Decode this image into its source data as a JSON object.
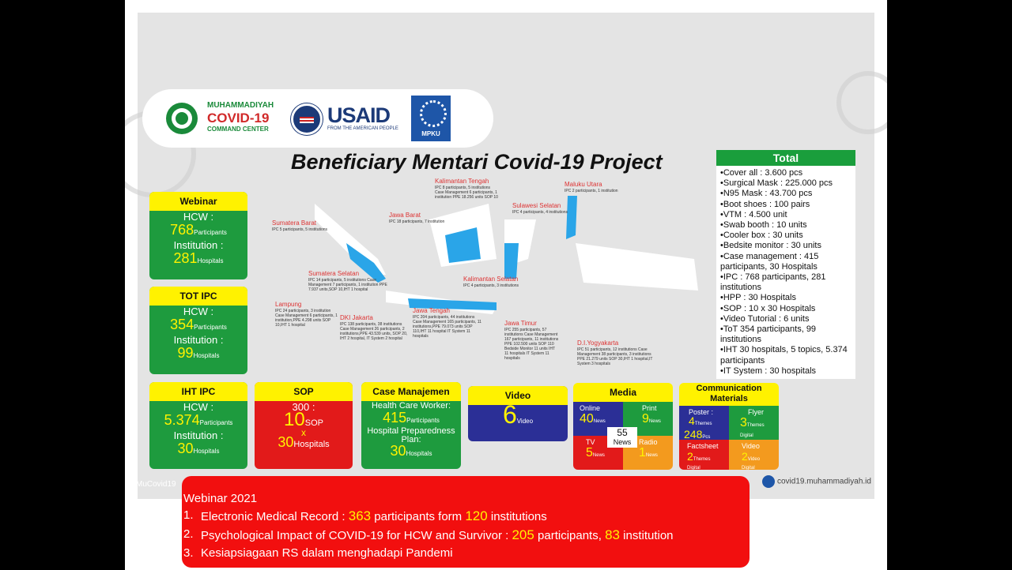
{
  "logos": {
    "muhammadiyah_line1": "MUHAMMADIYAH",
    "muhammadiyah_line2": "COVID-19",
    "muhammadiyah_line3": "COMMAND CENTER",
    "usaid": "USAID",
    "usaid_sub": "FROM THE AMERICAN PEOPLE",
    "mpku": "MPKU"
  },
  "title": "Beneficiary Mentari Covid-19 Project",
  "map_annotations": [
    {
      "region": "Sumatera Barat",
      "text": "IPC 5 participants, 5 institutions"
    },
    {
      "region": "Sumatera Selatan",
      "text": "IPC 14 participants, 5 institutions Case Management 7 participants, 1 institution PPE 7.937 units,SOP 10,IHT 1 hospital"
    },
    {
      "region": "Lampung",
      "text": "IPC 24 participants, 3 institution Case Management 6 participants, 1 institution,PPE 4.298 units SOP 10,IHT 1 hospital"
    },
    {
      "region": "DKI Jakarta",
      "text": "IPC 138 participants, 38 institutions Case Management 26 participants, 2 institutions,PPE 43.539 units, SOP 20, IHT 2 hospital, IT System 2 hospital"
    },
    {
      "region": "Jawa Barat",
      "text": "IPC 18 participants, 7 institution"
    },
    {
      "region": "Jawa Tengah",
      "text": "IPC 204 participants, 44 institutions Case Management 165 participants, 11 institutions,PPE 79.073 units SOP 110,IHT 11 hospital IT System 11 hospitals"
    },
    {
      "region": "Kalimantan Tengah",
      "text": "IPC 8 participants, 5 institutions Case Management 6 participants, 1 institution PPE 18.256 units SOP 10"
    },
    {
      "region": "Kalimantan Selatan",
      "text": "IPC 4 participants, 3 institutions"
    },
    {
      "region": "Sulawesi Selatan",
      "text": "IPC 4 participants, 4 institutions"
    },
    {
      "region": "Maluku Utara",
      "text": "IPC 2 participants, 1 institution"
    },
    {
      "region": "Jawa Timur",
      "text": "IPC 255 participants, 57 institutions Case Management 167 participants, 11 institutions PPE 102.500 units SOP 110 Bedside Monitor 11 units IHT 11 hospitals IT System 11 hospitals"
    },
    {
      "region": "D.I.Yogyakarta",
      "text": "IPC 51 participants, 12 institutions Case Management 38 participants, 3 institutions PPE 21.279 units SOP 30,IHT 1 hospital,IT System 3 hospitals"
    }
  ],
  "total": {
    "header": "Total",
    "items": [
      "•Cover all : 3.600 pcs",
      "•Surgical Mask : 225.000 pcs",
      "•N95 Mask : 43.700 pcs",
      "•Boot shoes : 100 pairs",
      "•VTM : 4.500 unit",
      "•Swab booth : 10 units",
      "•Cooler box : 30 units",
      "•Bedsite monitor : 30 units",
      "•Case management : 415 participants, 30 Hospitals",
      "•IPC : 768 participants, 281 institutions",
      "•HPP : 30 Hospitals",
      "•SOP : 10 x 30 Hospitals",
      "•Video Tutorial : 6 units",
      "•ToT 354 participants, 99 institutions",
      "•IHT 30 hospitals, 5 topics, 5.374 participants",
      "•IT System : 30 hospitals"
    ]
  },
  "cards": {
    "webinar": {
      "title": "Webinar",
      "hcw": "HCW :",
      "n1": "768",
      "u1": "Participants",
      "inst": "Institution :",
      "n2": "281",
      "u2": "Hospitals"
    },
    "totipc": {
      "title": "TOT IPC",
      "hcw": "HCW :",
      "n1": "354",
      "u1": "Participants",
      "inst": "Institution :",
      "n2": "99",
      "u2": "Hospitals"
    },
    "ihtipc": {
      "title": "IHT IPC",
      "hcw": "HCW :",
      "n1": "5.374",
      "u1": "Participants",
      "inst": "Institution :",
      "n2": "30",
      "u2": "Hospitals"
    },
    "sop": {
      "title": "SOP",
      "l1": "300 :",
      "n1": "10",
      "u1": "SOP",
      "x": "x",
      "n2": "30",
      "u2": "Hospitals"
    },
    "case": {
      "title": "Case Manajemen",
      "l1": "Health Care Worker:",
      "n1": "415",
      "u1": "Participants",
      "l2": "Hospital Preparedness Plan:",
      "n2": "30",
      "u2": "Hospitals"
    },
    "video": {
      "title": "Video",
      "n1": "6",
      "u1": "Video"
    },
    "media": {
      "title": "Media",
      "online": "Online",
      "online_n": "40",
      "print": "Print",
      "print_n": "9",
      "tv": "TV",
      "tv_n": "5",
      "radio": "Radio",
      "radio_n": "1",
      "unit": "News",
      "center_n": "55",
      "center_u": "News"
    },
    "comm": {
      "title": "Communication Materials",
      "poster": "Poster :",
      "poster_n1": "4",
      "poster_u1": "Themes",
      "poster_n2": "248",
      "poster_u2": "Pcs",
      "flyer": "Flyer",
      "flyer_n": "3",
      "flyer_u": "Themes Digital",
      "fact": "Factsheet",
      "fact_n": "2",
      "fact_u": "Themes Digital",
      "video": "Video",
      "video_n": "2",
      "video_u": "Video Digital"
    }
  },
  "footer": {
    "left": "MuCovid19",
    "right": "covid19.muhammadiyah.id"
  },
  "webinar2021": {
    "title": "Webinar 2021",
    "items": [
      {
        "num": "1.",
        "pre": "Electronic Medical Record : ",
        "n1": "363",
        "mid": " participants form ",
        "n2": "120",
        "post": " institutions"
      },
      {
        "num": "2.",
        "pre": "Psychological Impact of COVID-19 for HCW and Survivor : ",
        "n1": "205",
        "mid": " participants, ",
        "n2": "83",
        "post": " institution"
      },
      {
        "num": "3.",
        "pre": "Kesiapsiagaan RS dalam menghadapi Pandemi",
        "n1": "",
        "mid": "",
        "n2": "",
        "post": ""
      }
    ]
  }
}
